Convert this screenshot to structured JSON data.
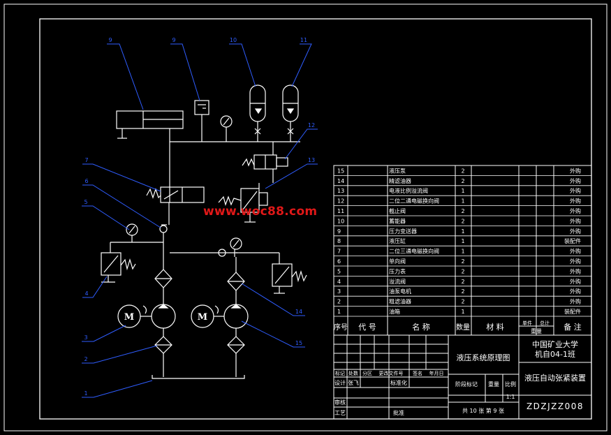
{
  "watermark": "www.woc88.com",
  "callouts": [
    "9",
    "9",
    "10",
    "11",
    "12",
    "13",
    "7",
    "6",
    "5",
    "4",
    "3",
    "2",
    "1",
    "14",
    "15"
  ],
  "motor_label": "M",
  "bom": {
    "header": {
      "seq": "序号",
      "code": "代 号",
      "name": "名 称",
      "qty": "数量",
      "material": "材 料",
      "unit": "单件",
      "total": "总计",
      "weight": "重量",
      "remark": "备 注"
    },
    "rows": [
      {
        "seq": "15",
        "name": "液压泵",
        "qty": "2",
        "remark": "外购"
      },
      {
        "seq": "14",
        "name": "精滤油器",
        "qty": "2",
        "remark": "外购"
      },
      {
        "seq": "13",
        "name": "电液比例溢流阀",
        "qty": "1",
        "remark": "外购"
      },
      {
        "seq": "12",
        "name": "二位二通电磁换向阀",
        "qty": "1",
        "remark": "外购"
      },
      {
        "seq": "11",
        "name": "截止阀",
        "qty": "2",
        "remark": "外购"
      },
      {
        "seq": "10",
        "name": "蓄能器",
        "qty": "2",
        "remark": "外购"
      },
      {
        "seq": "9",
        "name": "压力变送器",
        "qty": "1",
        "remark": "外购"
      },
      {
        "seq": "8",
        "name": "液压缸",
        "qty": "1",
        "remark": "装配件"
      },
      {
        "seq": "7",
        "name": "二位三通电磁换向阀",
        "qty": "1",
        "remark": "外购"
      },
      {
        "seq": "6",
        "name": "单向阀",
        "qty": "2",
        "remark": "外购"
      },
      {
        "seq": "5",
        "name": "压力表",
        "qty": "2",
        "remark": "外购"
      },
      {
        "seq": "4",
        "name": "溢流阀",
        "qty": "2",
        "remark": "外购"
      },
      {
        "seq": "3",
        "name": "油泵电机",
        "qty": "2",
        "remark": "外购"
      },
      {
        "seq": "2",
        "name": "粗滤油器",
        "qty": "2",
        "remark": "外购"
      },
      {
        "seq": "1",
        "name": "油箱",
        "qty": "1",
        "remark": "装配件"
      }
    ]
  },
  "title_block": {
    "drawing_title": "液压系统原理图",
    "school": "中国矿业大学",
    "class_name": "机自04-1班",
    "project": "液压自动张紧装置",
    "drawing_no": "ZDZJZZ008",
    "rev_labels": [
      "标记",
      "处数",
      "分区",
      "更改文件号",
      "签名",
      "年月日"
    ],
    "design": "设计",
    "designer": "张飞",
    "standardize": "标准化",
    "stage_mark": "阶段标记",
    "weight": "重量",
    "scale": "比例",
    "scale_value": "1:1",
    "review": "审核",
    "process": "工艺",
    "approve": "批准",
    "sheets": "共 10 张  第 9 张"
  }
}
